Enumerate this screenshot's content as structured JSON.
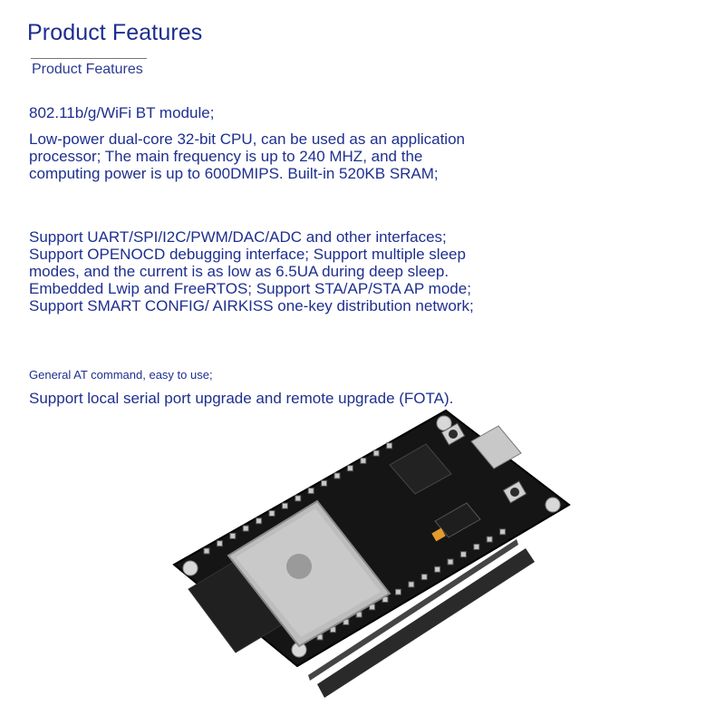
{
  "header": {
    "title": "Product Features",
    "subtitle": "Product Features"
  },
  "features": {
    "line1": "802.11b/g/WiFi BT module;",
    "line2": "Low-power dual-core 32-bit CPU, can be used as an application processor; The main frequency is up to 240 MHZ, and the computing power is up to 600DMIPS. Built-in 520KB SRAM;",
    "line3": "Support UART/SPI/I2C/PWM/DAC/ADC and other interfaces; Support OPENOCD debugging interface; Support multiple sleep modes, and the current is as low as 6.5UA during deep sleep. Embedded Lwip and FreeRTOS; Support STA/AP/STA AP mode; Support SMART CONFIG/ AIRKISS one-key distribution network;",
    "line4": "General AT command, easy to use;",
    "line5": "Support local serial port upgrade and remote upgrade (FOTA)."
  },
  "board": {
    "image": "esp32-dev-board-photo",
    "colors": {
      "pcb": "#151515",
      "module": "#b9b9b9",
      "pins": "#2a2a2a",
      "button": "#2b2b2b",
      "usb": "#c8c8c8"
    }
  }
}
